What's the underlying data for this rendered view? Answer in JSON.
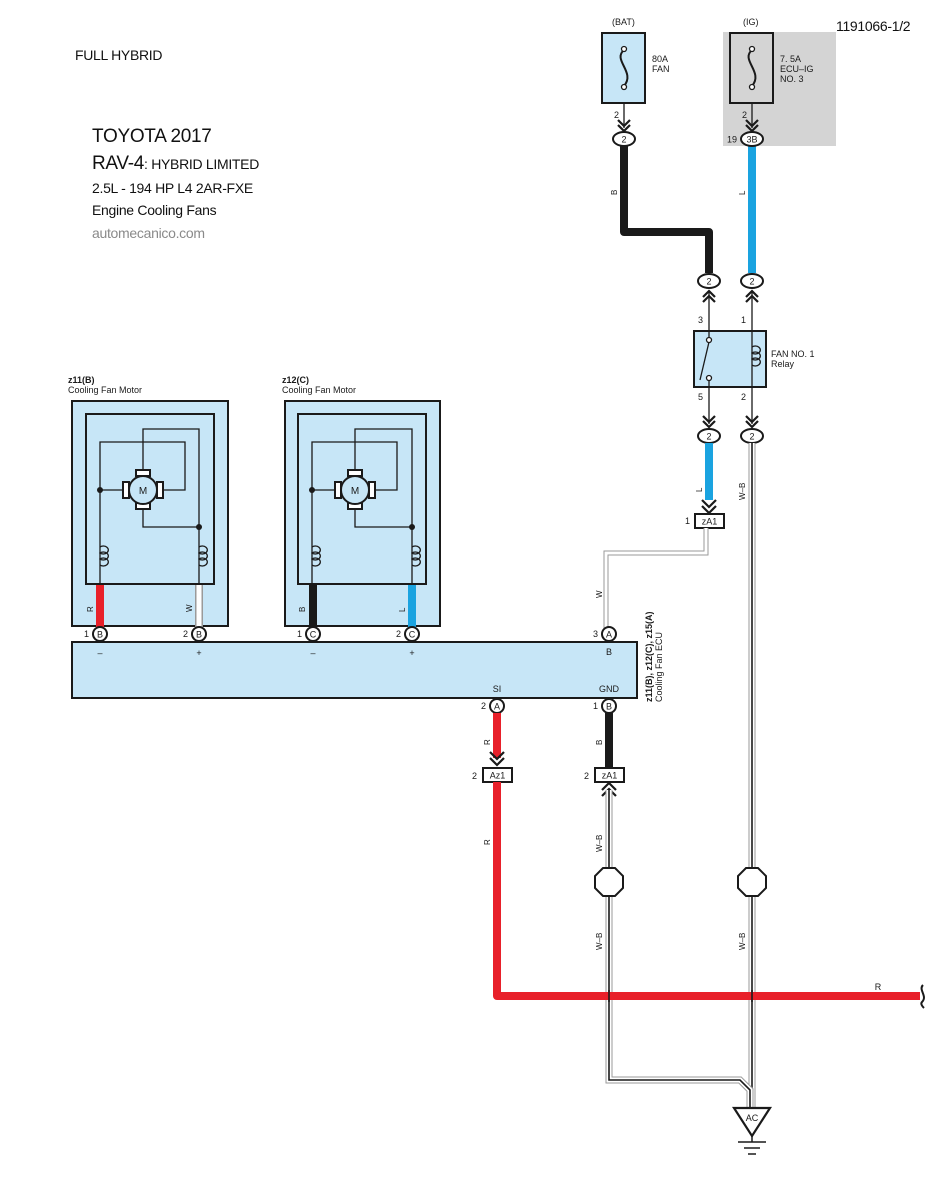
{
  "header": {
    "variant": "FULL HYBRID",
    "doc_id": "1191066-1/2",
    "make_year": "TOYOTA 2017",
    "model": "RAV-4",
    "trim": ": HYBRID LIMITED",
    "engine": "2.5L - 194 HP  L4 2AR-FXE",
    "system": "Engine Cooling Fans",
    "source": "automecanico.com"
  },
  "colors": {
    "component_fill": "#c7e6f7",
    "ig_block": "#d4d4d4",
    "wire_red": "#e8202a",
    "wire_blue": "#1aa3e0",
    "wire_black": "#1a1a1a",
    "wire_white_outline": "#9a9a9a",
    "source_text": "#8a8a8a"
  },
  "fuses": [
    {
      "supply": "(BAT)",
      "rating": "80A",
      "name_line1": "FAN",
      "name_line2": "",
      "pin": "2",
      "connector": "2",
      "connector_pin": ""
    },
    {
      "supply": "(IG)",
      "rating": "7. 5A",
      "name_line1": "ECU–IG",
      "name_line2": "NO. 3",
      "pin": "2",
      "connector": "3B",
      "connector_pin": "19"
    }
  ],
  "relay": {
    "name_line1": "FAN NO. 1",
    "name_line2": "Relay",
    "pins": {
      "in_switch": "3",
      "in_coil": "1",
      "out_switch": "5",
      "out_coil": "2"
    },
    "top_connectors": [
      "2",
      "2"
    ],
    "bottom_connectors": [
      "2",
      "2"
    ]
  },
  "motors": [
    {
      "id": "z11(B)",
      "name": "Cooling Fan Motor",
      "motor_label": "M",
      "pin1": "1",
      "pin2": "2",
      "conn": "B",
      "wire1": "R",
      "wire2": "W",
      "polarity1": "–",
      "polarity2": "+"
    },
    {
      "id": "z12(C)",
      "name": "Cooling Fan Motor",
      "motor_label": "M",
      "pin1": "1",
      "pin2": "2",
      "conn": "C",
      "wire1": "B",
      "wire2": "L",
      "polarity1": "–",
      "polarity2": "+"
    }
  ],
  "ecu": {
    "id_line": "z11(B), z12(C), z15(A)",
    "name": "Cooling Fan ECU",
    "pin_b": {
      "pin": "3",
      "conn": "A",
      "label": "B"
    },
    "pin_si": {
      "pin": "2",
      "conn": "A",
      "label": "SI"
    },
    "pin_gnd": {
      "pin": "1",
      "conn": "B",
      "label": "GND"
    }
  },
  "junctions": {
    "za1_top": {
      "pin": "1",
      "label": "zA1"
    },
    "az1": {
      "pin": "2",
      "label": "Az1"
    },
    "za1_gnd": {
      "pin": "2",
      "label": "zA1"
    }
  },
  "wire_labels": {
    "bat_feed": "B",
    "ig_feed": "L",
    "relay_out": "L",
    "relay_coil_gnd": "W–B",
    "ecu_b": "W",
    "si": "R",
    "si_lower": "R",
    "gnd": "B",
    "gnd_lower1": "W–B",
    "gnd_lower2": "W–B",
    "coil_gnd_lower": "W–B",
    "red_continue": "R"
  },
  "ground": {
    "label": "AC"
  }
}
